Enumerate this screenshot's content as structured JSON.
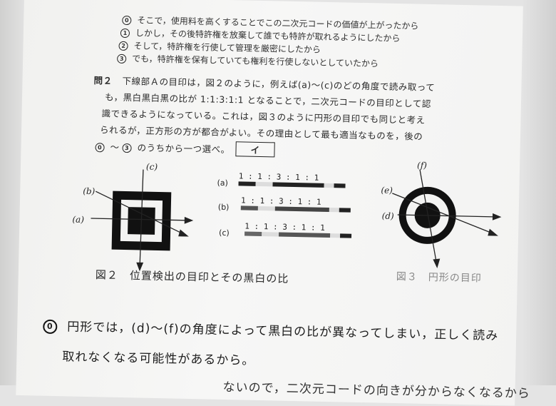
{
  "choices": [
    {
      "num": "0",
      "text": "そこで，使用料を高くすることでこの二次元コードの価値が上がったから"
    },
    {
      "num": "1",
      "text": "しかし，その後特許権を放棄して誰でも特許が取れるようにしたから"
    },
    {
      "num": "2",
      "text": "そして，特許権を行使して管理を厳密にしたから"
    },
    {
      "num": "3",
      "text": "でも，特許権を保有していても権利を行使しないとしていたから"
    }
  ],
  "question": {
    "label": "問２",
    "lines": [
      "下線部Ａの目印は，図２のように，例えば(a)～(c)のどの角度で読み取って",
      "も，黒白黒白黒の比が 1:1:3:1:1 となることで，二次元コードの目印として認",
      "識できるようになっている。これは，図３のように円形の目印でも同じと考え",
      "られるが，正方形の方が都合がよい。その理由として最も適当なものを，後の"
    ],
    "last_line_range_start": "0",
    "last_line_range_end": "3",
    "last_line_text": "のうちから一つ選べ。",
    "answer": "イ"
  },
  "figure2": {
    "caption": "図２　位置検出の目印とその黒白の比",
    "labels": [
      "(a)",
      "(b)",
      "(c)"
    ],
    "ratio_rows": [
      {
        "label": "(a)",
        "ratio": "1 : 1  :  3  : 1 : 1"
      },
      {
        "label": "(b)",
        "ratio": "1 : 1  :  3  : 1 : 1"
      },
      {
        "label": "(c)",
        "ratio": "1 : 1  :  3  : 1 : 1"
      }
    ]
  },
  "figure3": {
    "caption": "図３　円形の目印",
    "labels": [
      "(d)",
      "(e)",
      "(f)"
    ]
  },
  "answer_text": {
    "num": "0",
    "line1": "円形では，(d)～(f)の角度によって黒白の比が異なってしまい，正しく読み",
    "line2": "取れなくなる可能性があるから。",
    "line3_partial": "ないので，二次元コードの向きが分からなくなるから"
  }
}
